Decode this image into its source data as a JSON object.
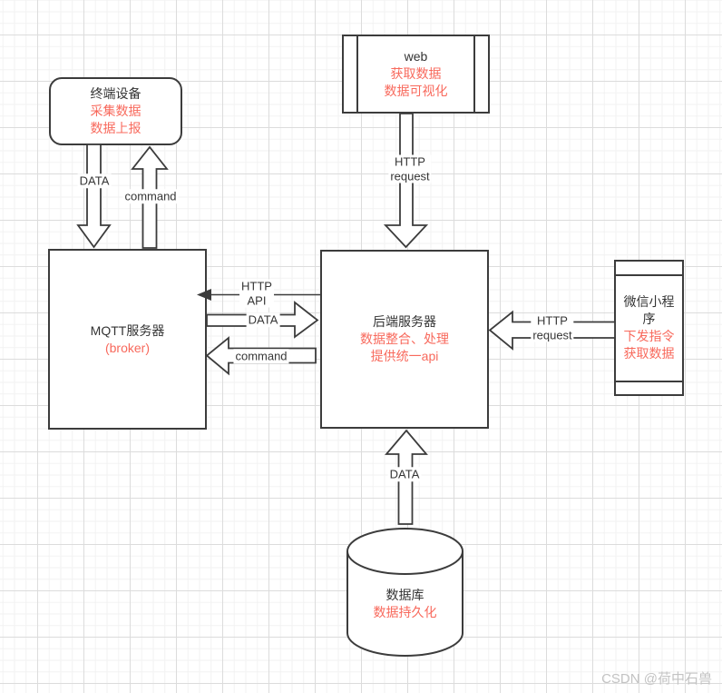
{
  "colors": {
    "accent_red": "#f8695c",
    "stroke": "#3c3c3c",
    "watermark_gray": "#c3c3c3"
  },
  "nodes": {
    "terminal": {
      "title": "终端设备",
      "line1": "采集数据",
      "line2": "数据上报"
    },
    "web": {
      "title": "web",
      "line1": "获取数据",
      "line2": "数据可视化"
    },
    "mqtt": {
      "title": "MQTT服务器",
      "line1": "(broker)"
    },
    "backend": {
      "title": "后端服务器",
      "line1": "数据整合、处理",
      "line2": "提供统一api"
    },
    "wechat": {
      "title": "微信小程序",
      "line1": "下发指令",
      "line2": "获取数据"
    },
    "database": {
      "title": "数据库",
      "line1": "数据持久化"
    }
  },
  "edges": {
    "terminal_to_mqtt": "DATA",
    "mqtt_to_terminal": "command",
    "web_to_backend": "HTTP\nrequest",
    "backend_to_mqtt_api": "HTTP\nAPI",
    "mqtt_to_backend": "DATA",
    "backend_to_mqtt_cmd": "command",
    "wechat_to_backend": "HTTP\nrequest",
    "database_to_backend": "DATA"
  },
  "watermark": "CSDN @荷中石兽"
}
